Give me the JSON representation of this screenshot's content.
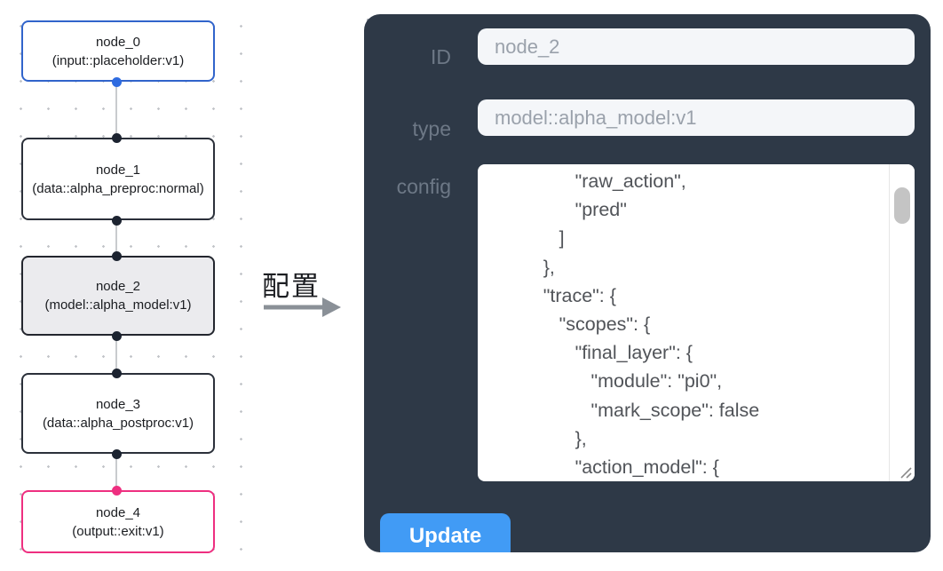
{
  "canvas": {
    "nodes": [
      {
        "name": "node_0",
        "type_label": "(input::placeholder:v1)"
      },
      {
        "name": "node_1",
        "type_label": "(data::alpha_preproc:normal)"
      },
      {
        "name": "node_2",
        "type_label": "(model::alpha_model:v1)"
      },
      {
        "name": "node_3",
        "type_label": "(data::alpha_postproc:v1)"
      },
      {
        "name": "node_4",
        "type_label": "(output::exit:v1)"
      }
    ]
  },
  "transition": {
    "label": "配置"
  },
  "panel": {
    "id_label": "ID",
    "id_value": "node_2",
    "type_label": "type",
    "type_value": "model::alpha_model:v1",
    "config_label": "config",
    "config_text": "                \"raw_action\",\n                \"pred\"\n             ]\n          },\n          \"trace\": {\n             \"scopes\": {\n                \"final_layer\": {\n                   \"module\": \"pi0\",\n                   \"mark_scope\": false\n                },\n                \"action_model\": {",
    "update_label": "Update"
  },
  "colors": {
    "panel_bg": "#2e3947",
    "button_blue": "#419bf5",
    "input_node_border": "#3164cb",
    "output_node_border": "#ee2f80",
    "selected_node_bg": "#ebebee",
    "default_node_border": "#2b303a",
    "field_bg": "#f4f6f9",
    "port_blue": "#2e6be0",
    "port_pink": "#ee2f80",
    "port_dark": "#1c2330"
  }
}
